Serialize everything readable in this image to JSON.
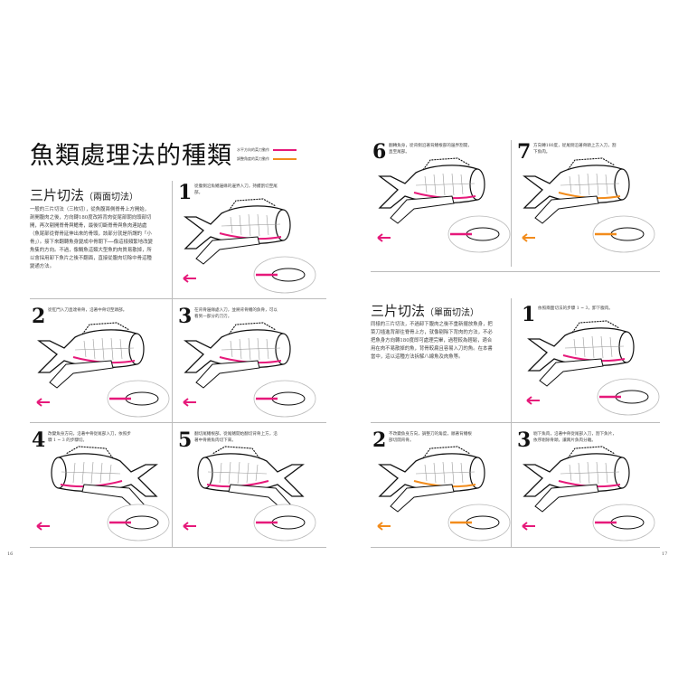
{
  "left_page": {
    "title": "魚類處理法的種類",
    "legend": [
      {
        "label": "水平方向的菜刀動作",
        "color": "#e6197a"
      },
      {
        "label": "調整角度的菜刀動作",
        "color": "#f28c1c"
      }
    ],
    "section": {
      "heading": "三片切法",
      "sub": "（兩面切法）",
      "paragraph": "一般的三片切法（三枚切），從魚腹兩側脊骨上方開始，剖開腹肉之後，方向轉180度改將背肉從尾部朝向頭部切開，再次剔開脊骨與鰭骨，最後切斷脊骨與魚肉連結處（魚尾部從脊骨延伸出來的骨頭，該部分就是所謂的「小骨」）。接下來翻轉魚身變成中骨朝下──像這樣頻繁地改變魚隻的方向。不過，像鯛魚這類大型魚的肉質易散掉，所以會採用卸下魚片之後不翻面，直接從腹肉切除中骨這種變通方法。"
    },
    "steps": [
      {
        "num": "1",
        "text": "從腹側沿魚鰭邊緣的邊界入刀，持續割切至尾部。"
      },
      {
        "num": "2",
        "text": "從肛門入刀直達脊骨，沿著中骨切至頭部。"
      },
      {
        "num": "3",
        "text": "在背骨邊緣處入刀，並將背骨鰭的魚骨，可以看到一部分的刀刃。"
      },
      {
        "num": "4",
        "text": "改變魚身方向，沿著中骨從尾部入刀，依照步驟 1 ~ 3 的步驟切。"
      },
      {
        "num": "5",
        "text": "翻切尾鰭根部，從尾鰭開始翻切背骨上方，沿著中骨將魚肉切下來。"
      }
    ],
    "page_number": "16"
  },
  "right_page": {
    "steps_top": [
      {
        "num": "6",
        "text": "翻轉魚身，從背側沿著背鰭根部的邊界割開，直至尾部。"
      },
      {
        "num": "7",
        "text": "方向轉180度，從尾側沿著骨頭上方入刀，割下魚肉。"
      }
    ],
    "section": {
      "heading": "三片切法",
      "sub": "（單面切法）",
      "paragraph": "同樣的三片切法，不過卸下腹肉之後不重新擺放魚身，把菜刀插進背部往脊骨上方，就像剔除下背肉的方法，不必把魚身方向轉180度即可處理完畢，過程較為輕鬆，適合用在肉不易散掉的魚，背骨較扁且容易入刀的魚。在本書當中，這以這種方法拆解八線魚及肉魚等。"
    },
    "steps": [
      {
        "num": "1",
        "text": "依照兩面切法的步驟 1 ~ 3，卸下腹肉。"
      },
      {
        "num": "2",
        "text": "不改變魚身方向，調整刀的角度，順著背鰭根部切開背骨。"
      },
      {
        "num": "3",
        "text": "剔下魚肉，沿著中骨從尾部入刀，割下魚片，依序剔除骨頭，讓兩片魚肉分離。"
      }
    ],
    "page_number": "17"
  }
}
